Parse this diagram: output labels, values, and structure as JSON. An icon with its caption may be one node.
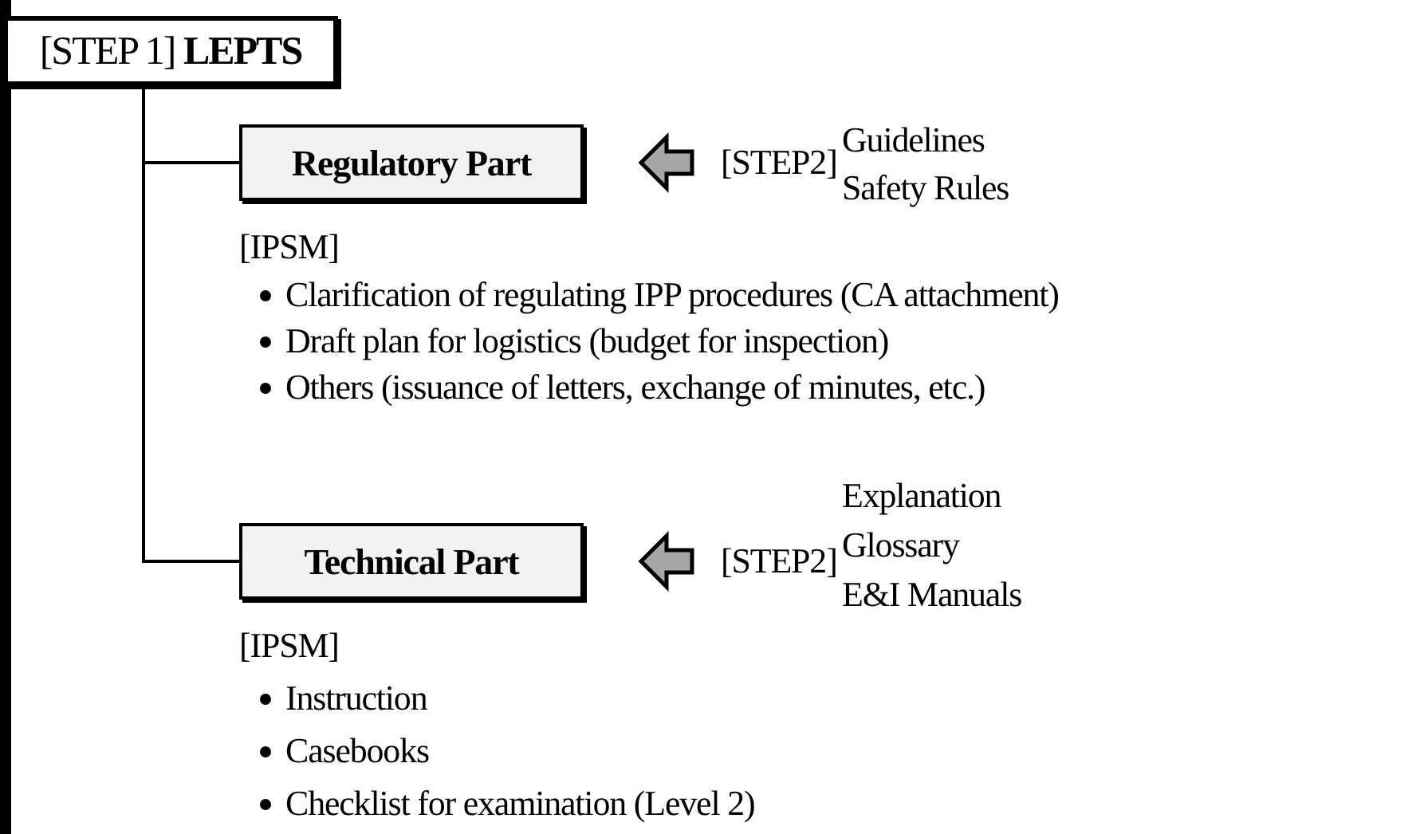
{
  "diagram": {
    "nodes": [
      {
        "text": [
          "[STEP 1] **LEPTS**"
        ]
      },
      {
        "text": [
          "Regulatory Part"
        ]
      },
      {
        "text": [
          "[STEP2]"
        ],
        "beside": [
          "Guidelines",
          "Safety Rules"
        ]
      },
      {
        "text": [
          "Technical Part"
        ]
      },
      {
        "text": [
          "[STEP2]"
        ],
        "beside": [
          "Explanation",
          "Glossary",
          "E&I Manuals"
        ]
      }
    ],
    "edges": [
      {
        "from": 0,
        "to": 1,
        "arrow": "none"
      },
      {
        "from": 0,
        "to": 3,
        "arrow": "none"
      },
      {
        "from": 2,
        "to": 1,
        "arrow": "to",
        "style": "thick"
      },
      {
        "from": 4,
        "to": 3,
        "arrow": "to",
        "style": "thick"
      }
    ],
    "labels": [
      "[IPSM]",
      "Clarification of regulating IPP procedures (CA attachment)",
      "Draft plan for logistics (budget for inspection)",
      "Others (issuance of letters, exchange of minutes, etc.)",
      "[IPSM]",
      "Instruction",
      "Casebooks",
      "Checklist for examination (Level 2)"
    ]
  }
}
